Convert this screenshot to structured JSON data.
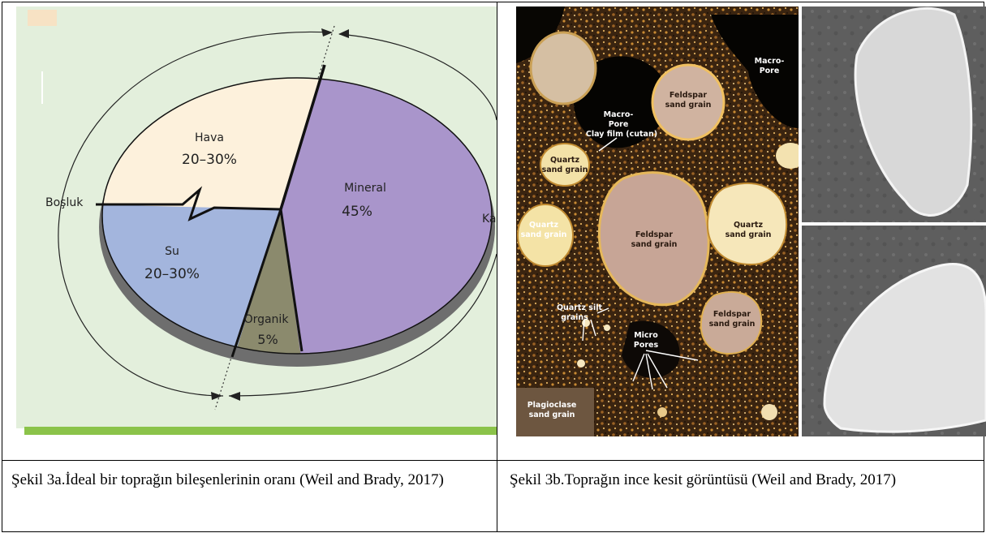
{
  "figure_a": {
    "sectors": [
      {
        "label": "Hava",
        "value": "20–30%"
      },
      {
        "label": "Su",
        "value": "20–30%"
      },
      {
        "label": "Mineral",
        "value": "45%"
      },
      {
        "label": "Organik",
        "value": "5%"
      }
    ],
    "bosluk_label": "Boşluk",
    "right_label": "Ka",
    "colors": {
      "hava": "#fdf1dc",
      "su": "#a3b5dd",
      "mineral": "#a995cb",
      "organik": "#8b8a6d",
      "background": "#e3efdc",
      "accent_bar": "#8bc34a"
    }
  },
  "figure_b": {
    "labels": {
      "macro_pore_1": [
        "Macro-",
        "Pore"
      ],
      "macro_pore_2": [
        "Macro-",
        "Pore"
      ],
      "feldspar_1": [
        "Feldspar",
        "sand grain"
      ],
      "clay_film": "Clay film (cutan)",
      "quartz_1": [
        "Quartz",
        "sand grain"
      ],
      "quartz_2": [
        "Quartz",
        "sand grain"
      ],
      "feldspar_2": [
        "Feldspar",
        "sand grain"
      ],
      "quartz_3": [
        "Quartz",
        "sand grain"
      ],
      "quartz_silt": [
        "Quartz silt",
        "grains"
      ],
      "feldspar_3": [
        "Feldspar",
        "sand grain"
      ],
      "micro_pores": [
        "Micro",
        "Pores"
      ],
      "plagioclase": [
        "Plagioclase",
        "sand grain"
      ]
    }
  },
  "captions": {
    "a": "Şekil 3a.İdeal bir toprağın bileşenlerinin oranı (Weil and Brady, 2017)",
    "b": "Şekil 3b.Toprağın ince kesit görüntüsü (Weil and Brady, 2017)"
  }
}
